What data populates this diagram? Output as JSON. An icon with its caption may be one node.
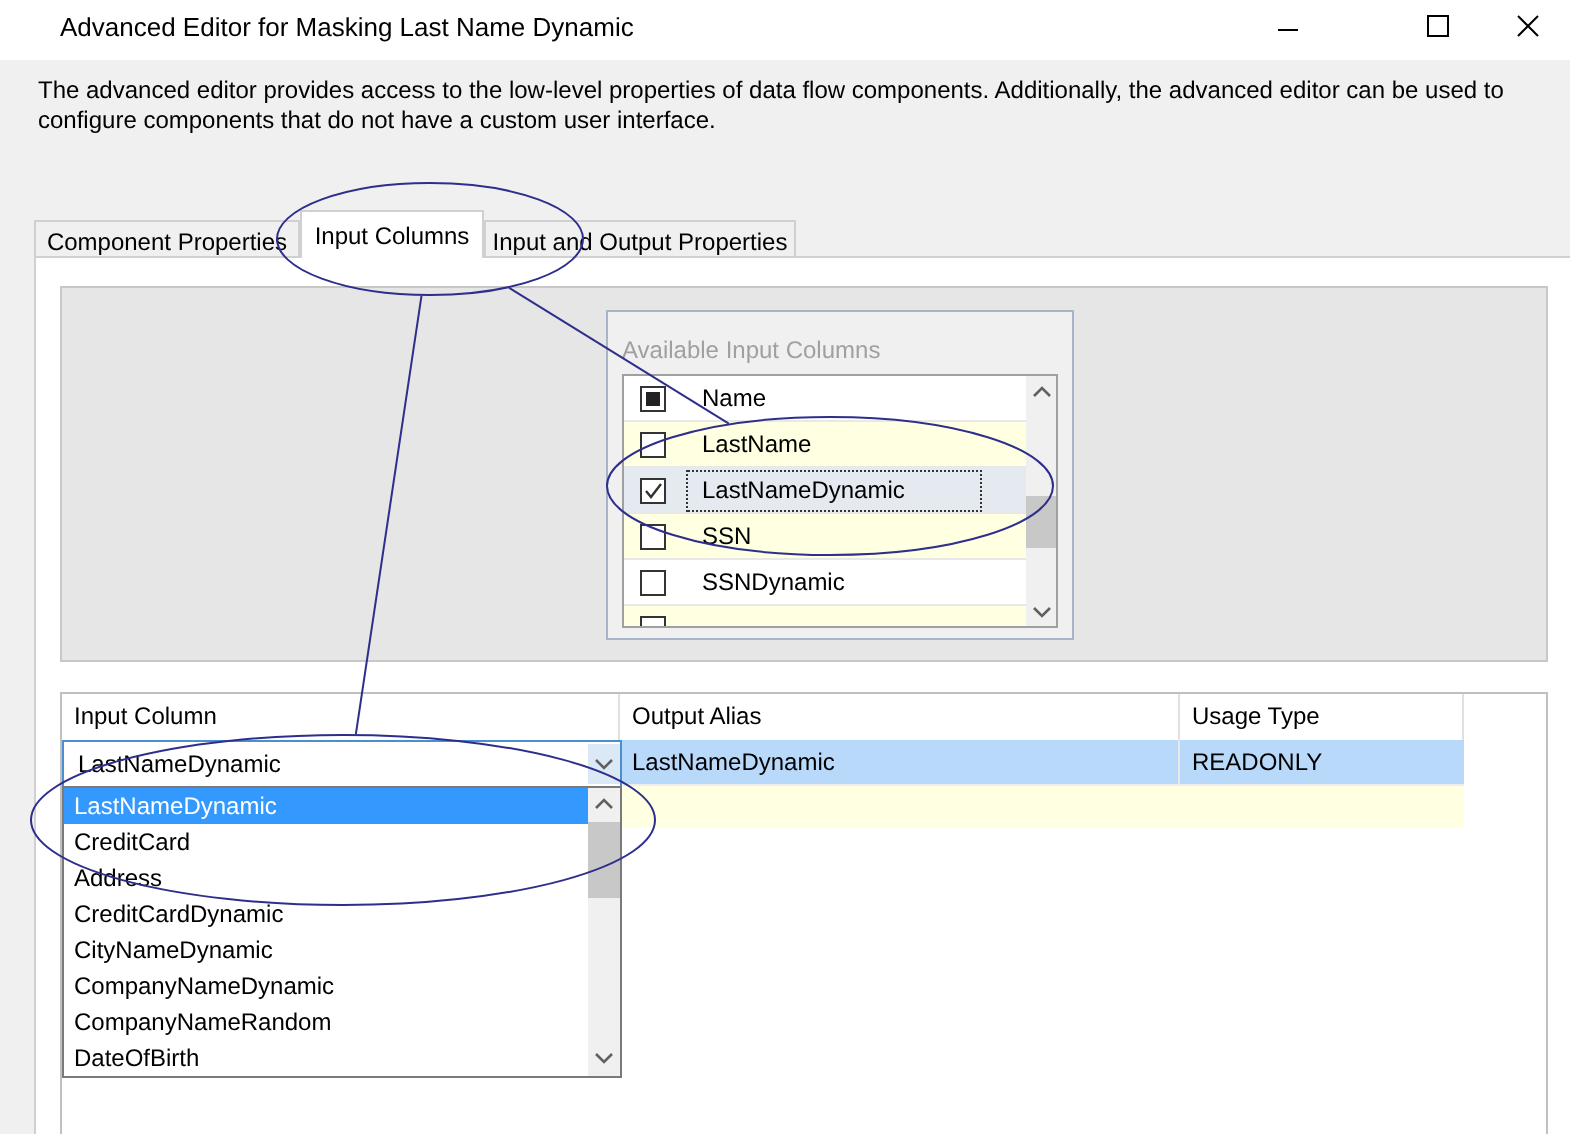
{
  "diagram": {
    "title": "Advanced Editor for Masking Last Name Dynamic",
    "nodes": [
      {
        "text": [],
        "shape": "ellipse"
      },
      {
        "text": [],
        "shape": "ellipse"
      },
      {
        "text": [],
        "shape": "ellipse"
      }
    ],
    "edges": [
      {
        "from": 0,
        "to": 1,
        "arrow": "none"
      },
      {
        "from": 0,
        "to": 2,
        "arrow": "none"
      }
    ],
    "labels": [
      "The advanced editor provides access to the low-level properties of data flow components. Additionally, the advanced editor can be used to configure components that do not have a custom user interface.",
      "Component Properties",
      "Input Columns",
      "Input and Output Properties",
      "Available Input Columns",
      "Name",
      "LastName",
      "LastNameDynamic",
      "SSN",
      "SSNDynamic",
      "Input Column",
      "Output Alias",
      "Usage Type",
      "LastNameDynamic",
      "LastNameDynamic",
      "READONLY",
      "LastNameDynamic",
      "CreditCard",
      "Address",
      "CreditCardDynamic",
      "CityNameDynamic",
      "CompanyNameDynamic",
      "CompanyNameRandom",
      "DateOfBirth"
    ]
  }
}
